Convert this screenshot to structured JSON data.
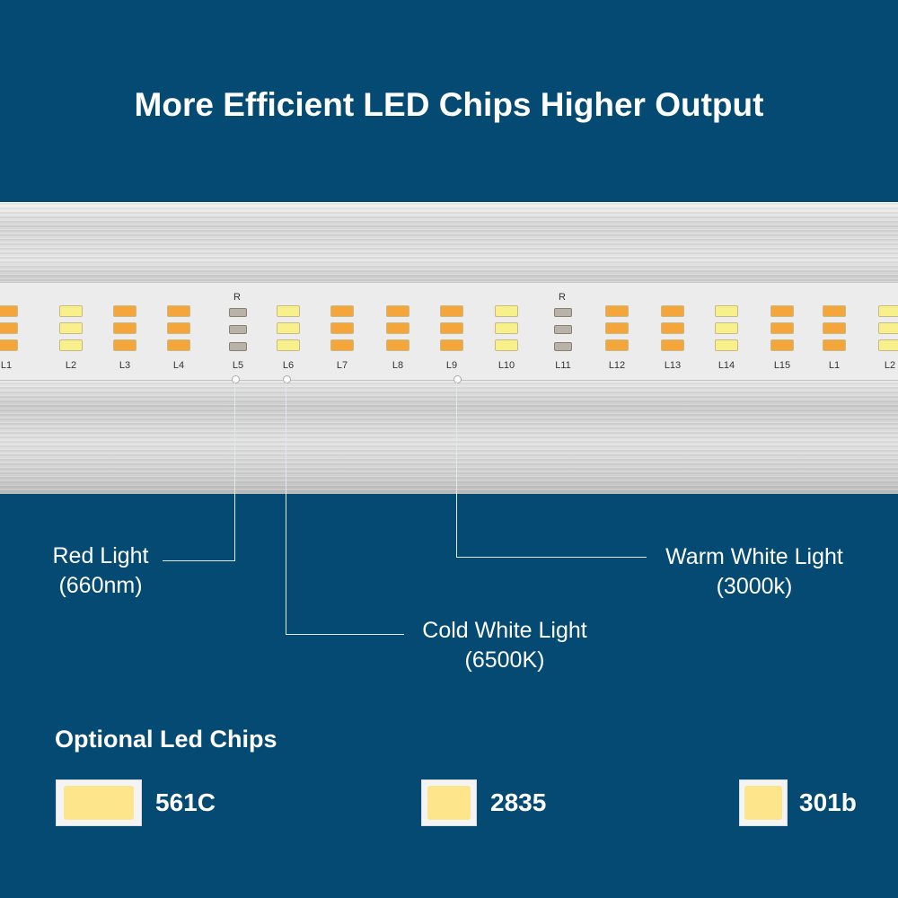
{
  "title": "More Efficient LED Chips Higher Output",
  "channel_labels": [
    "L1",
    "L2",
    "L3",
    "L4",
    "L5",
    "L6",
    "L7",
    "L8",
    "L9",
    "L10",
    "L11",
    "L12",
    "L13",
    "L14",
    "L15",
    "L1",
    "L2"
  ],
  "red_marker": "R",
  "callouts": {
    "red": {
      "line1": "Red Light",
      "line2": "(660nm)"
    },
    "cold": {
      "line1": "Cold White Light",
      "line2": "(6500K)"
    },
    "warm": {
      "line1": "Warm White Light",
      "line2": "(3000k)"
    }
  },
  "optional": {
    "title": "Optional  Led Chips",
    "chips": [
      {
        "name": "561C"
      },
      {
        "name": "2835"
      },
      {
        "name": "301b"
      }
    ]
  },
  "colors": {
    "background": "#044a72",
    "warm_chip": "#f5a63a",
    "cold_chip": "#f8f08a"
  }
}
